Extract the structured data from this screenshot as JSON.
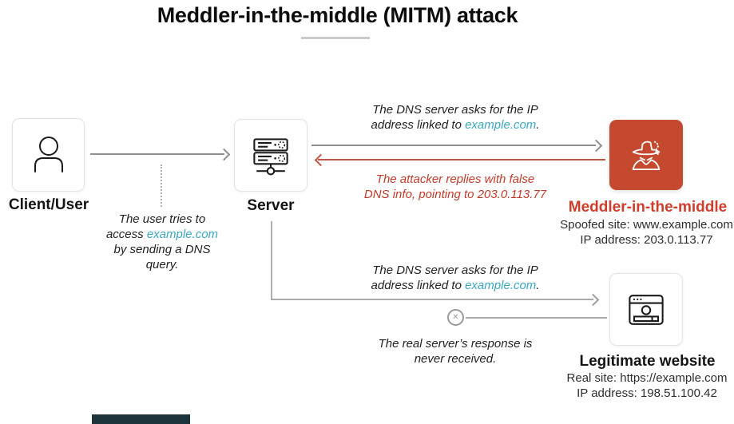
{
  "title": {
    "text": "Meddler-in-the-middle (MITM) attack"
  },
  "nodes": {
    "client": {
      "label": "Client/User"
    },
    "server": {
      "label": "Server"
    },
    "attacker": {
      "label": "Meddler-in-the-middle",
      "spoofed_site": "Spoofed site: www.example.com",
      "ip": "IP address: 203.0.113.77"
    },
    "website": {
      "label": "Legitimate website",
      "real_site": "Real site: https://example.com",
      "ip": "IP address: 198.51.100.42"
    }
  },
  "messages": {
    "user_query": {
      "line1": "The user tries to",
      "line2_pre": "access ",
      "line2_link": "example.com",
      "line3": "by sending a DNS",
      "line4": "query."
    },
    "dns_ask": {
      "line1": "The DNS server asks for the IP",
      "line2_pre": "address linked to ",
      "line2_link": "example.com",
      "line2_post": "."
    },
    "attacker_reply": {
      "line1": "The attacker replies with false",
      "line2": "DNS info, pointing to 203.0.113.77"
    },
    "blocked_response": {
      "line1": "The real server’s response is",
      "line2": "never received."
    }
  },
  "colors": {
    "attacker_red": "#c4492e",
    "red_text": "#c23b2a",
    "link_teal": "#3aa9c0",
    "arrow_gray": "#8f8f8f",
    "progress_bar": "#1d333c"
  }
}
